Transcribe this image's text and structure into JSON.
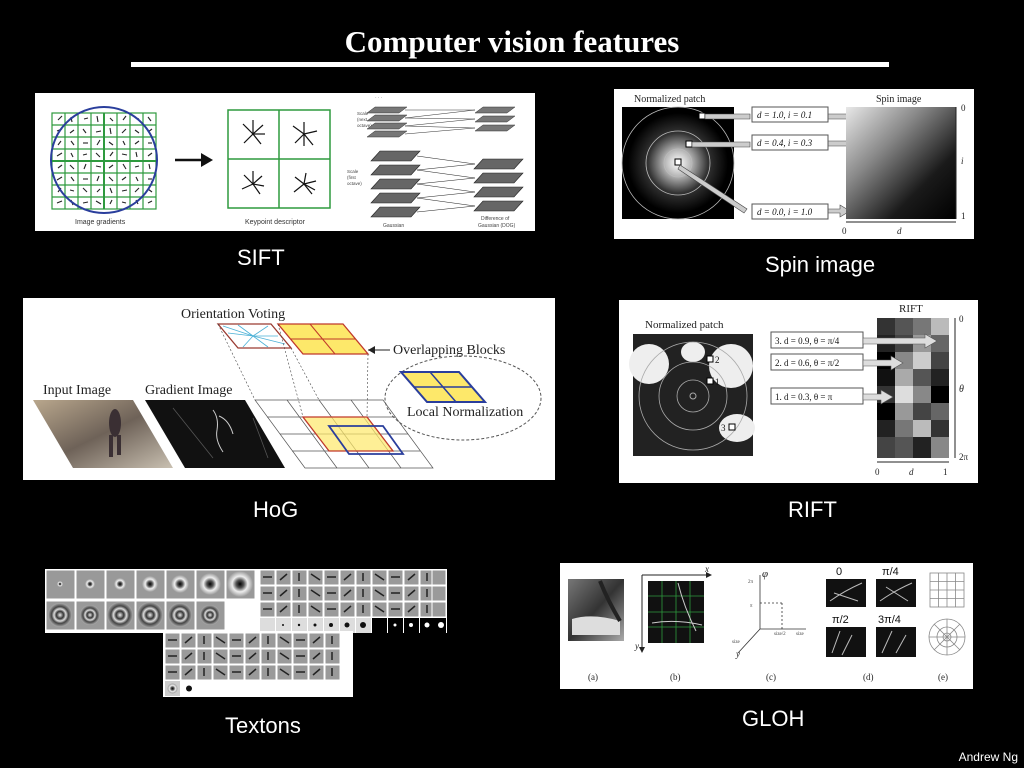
{
  "slide": {
    "title": "Computer vision features",
    "author": "Andrew Ng"
  },
  "captions": {
    "sift": "SIFT",
    "spin": "Spin image",
    "hog": "HoG",
    "rift": "RIFT",
    "textons": "Textons",
    "gloh": "GLOH"
  },
  "sift_panel": {
    "label_gradients": "Image gradients",
    "label_descriptor": "Keypoint descriptor",
    "label_gaussian": "Gaussian",
    "label_dog_1": "Difference of",
    "label_dog_2": "Gaussian (DOG)",
    "label_scale_next_1": "Scale",
    "label_scale_next_2": "(next",
    "label_scale_next_3": "octave)",
    "label_scale_first_1": "Scale",
    "label_scale_first_2": "(first",
    "label_scale_first_3": "octave)"
  },
  "spin_panel": {
    "label_patch": "Normalized patch",
    "label_spin": "Spin image",
    "box1": "d = 1.0, i = 0.1",
    "box2": "d = 0.4, i = 0.3",
    "box3": "d = 0.0, i = 1.0",
    "axis_top": "0",
    "axis_bottom": "1",
    "axis_i": "i",
    "axis_x0": "0",
    "axis_d": "d"
  },
  "hog_panel": {
    "label_voting": "Orientation Voting",
    "label_blocks": "Overlapping Blocks",
    "label_input": "Input Image",
    "label_gradient": "Gradient Image",
    "label_norm": "Local Normalization"
  },
  "rift_panel": {
    "label_patch": "Normalized patch",
    "label_rift": "RIFT",
    "box3": "3. d = 0.9, θ = π/4",
    "box2": "2. d = 0.6, θ = π/2",
    "box1": "1. d = 0.3, θ = π",
    "pt1": "1",
    "pt2": "2",
    "pt3": "3",
    "axis_top": "0",
    "axis_theta": "θ",
    "axis_bottom": "2π",
    "axis_x0": "0",
    "axis_d": "d",
    "axis_x1": "1"
  },
  "gloh_panel": {
    "label_x": "x",
    "label_y": "y",
    "label_phi": "φ",
    "angle_0": "0",
    "angle_pi4": "π/4",
    "angle_pi2": "π/2",
    "angle_3pi4": "3π/4",
    "sub_a": "(a)",
    "sub_b": "(b)",
    "sub_c": "(c)",
    "sub_d": "(d)",
    "sub_e": "(e)"
  }
}
